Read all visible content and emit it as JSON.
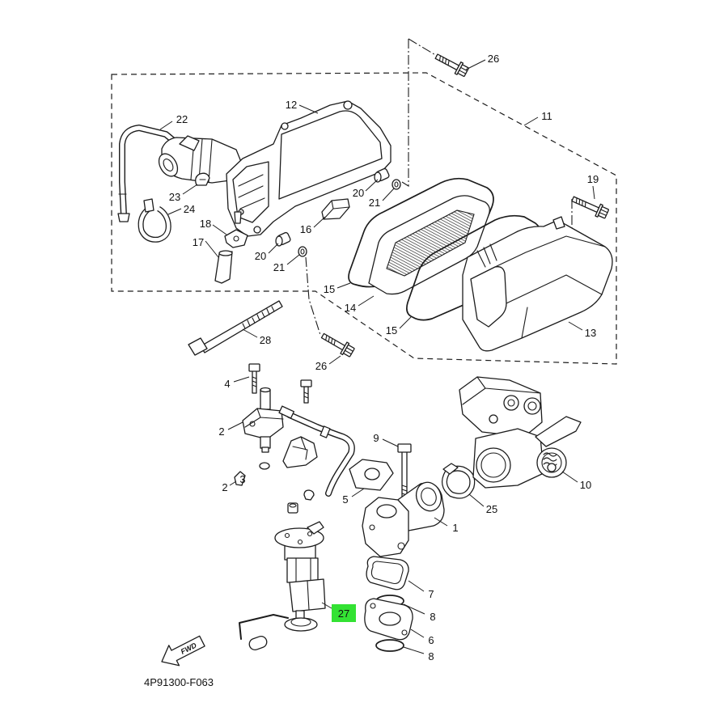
{
  "diagram_code": "4P91300-F063",
  "fwd_label": "FWD",
  "highlight_color": "#33e233",
  "callouts": [
    "26",
    "12",
    "11",
    "22",
    "19",
    "20",
    "21",
    "23",
    "24",
    "16",
    "18",
    "17",
    "20",
    "21",
    "15",
    "14",
    "15",
    "13",
    "28",
    "26",
    "4",
    "2",
    "9",
    "5",
    "25",
    "10",
    "3",
    "2",
    "1",
    "7",
    "8",
    "27",
    "6",
    "8"
  ]
}
